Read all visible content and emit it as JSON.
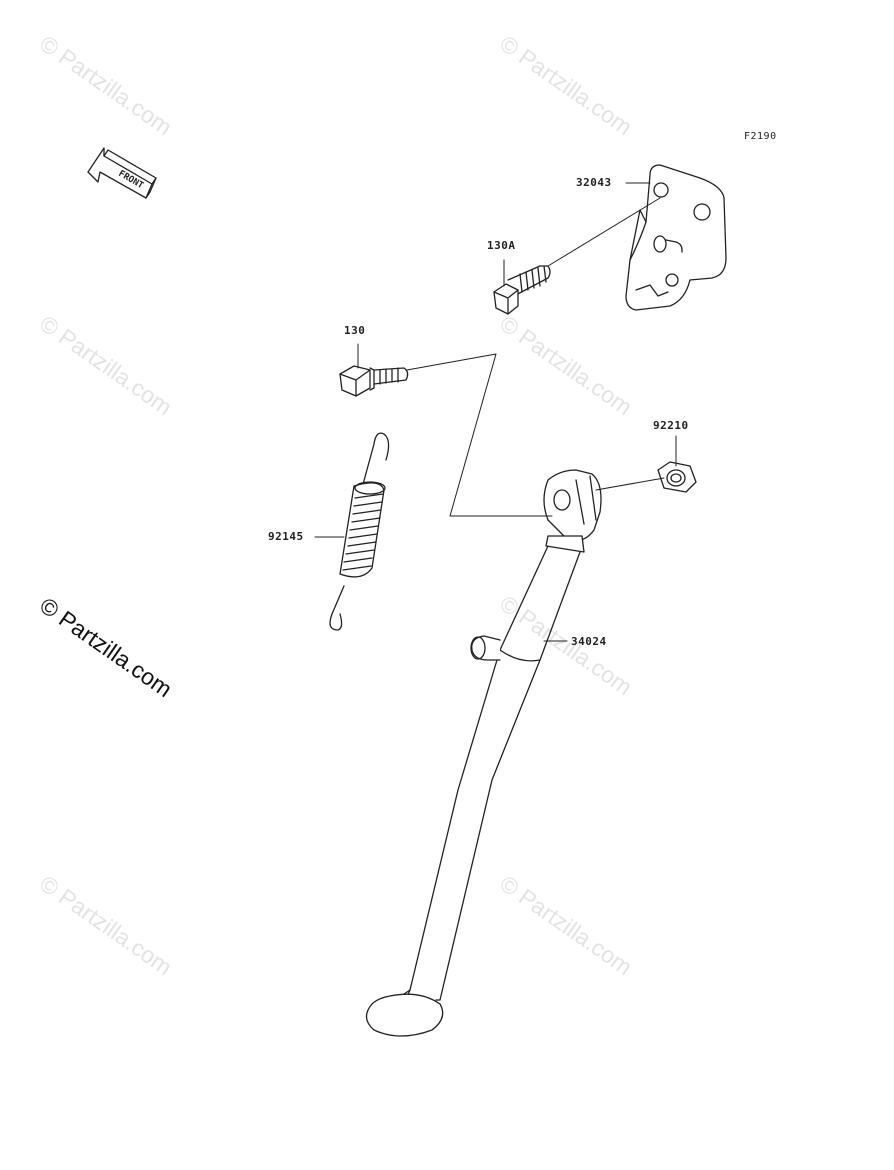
{
  "diagram": {
    "reference_code": "F2190",
    "front_marker": "FRONT",
    "parts": [
      {
        "number": "32043"
      },
      {
        "number": "130A"
      },
      {
        "number": "130"
      },
      {
        "number": "92210"
      },
      {
        "number": "92145"
      },
      {
        "number": "34024"
      }
    ]
  },
  "watermark": {
    "text": "© Partzilla.com"
  }
}
